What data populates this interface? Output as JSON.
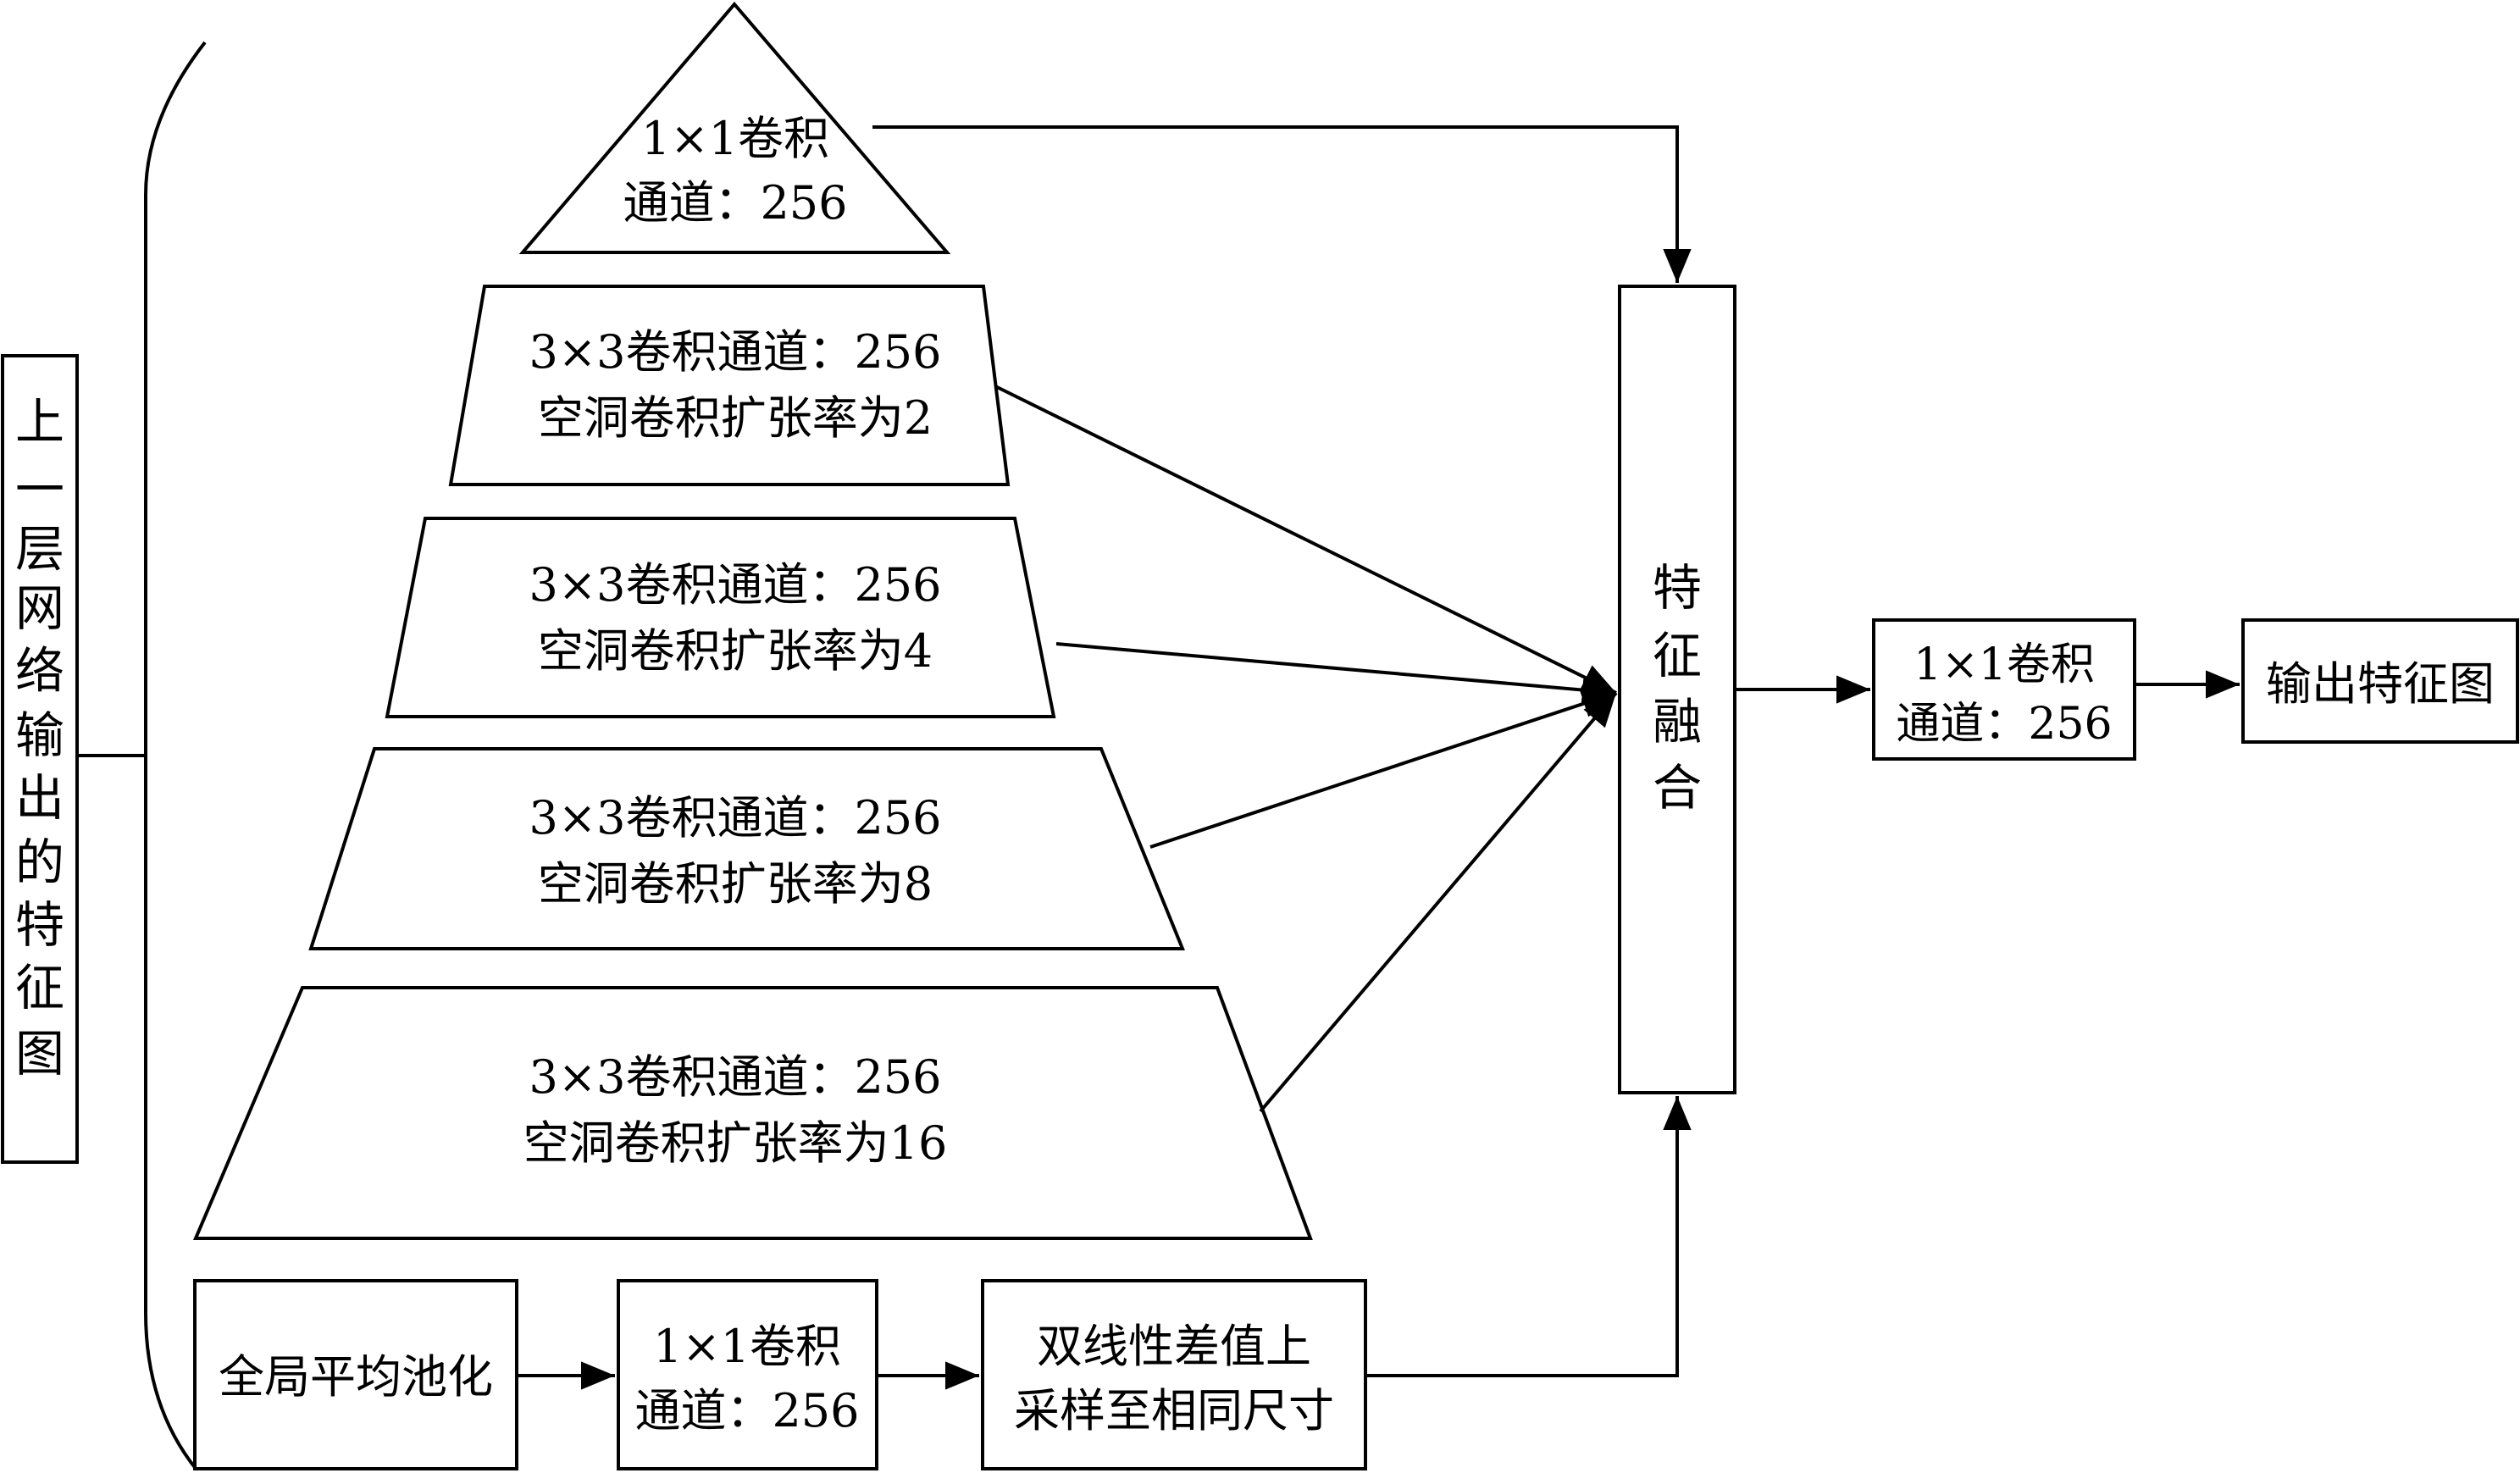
{
  "input": {
    "label": [
      "上",
      "一",
      "层",
      "网",
      "络",
      "输",
      "出",
      "的",
      "特",
      "征",
      "图"
    ]
  },
  "branches": {
    "conv1x1": {
      "line1": "1×1卷积",
      "line2": "通道：256"
    },
    "atrous2": {
      "line1": "3×3卷积通道：256",
      "line2": "空洞卷积扩张率为2"
    },
    "atrous4": {
      "line1": "3×3卷积通道：256",
      "line2": "空洞卷积扩张率为4"
    },
    "atrous8": {
      "line1": "3×3卷积通道：256",
      "line2": "空洞卷积扩张率为8"
    },
    "atrous16": {
      "line1": "3×3卷积通道：256",
      "line2": "空洞卷积扩张率为16"
    }
  },
  "pooling_branch": {
    "gap": "全局平均池化",
    "conv": {
      "line1": "1×1卷积",
      "line2": "通道：256"
    },
    "upsample": {
      "line1": "双线性差值上",
      "line2": "采样至相同尺寸"
    }
  },
  "fusion": {
    "label": [
      "特",
      "征",
      "融",
      "合"
    ]
  },
  "post_conv": {
    "line1": "1×1卷积",
    "line2": "通道：256"
  },
  "output": {
    "label": "输出特征图"
  }
}
